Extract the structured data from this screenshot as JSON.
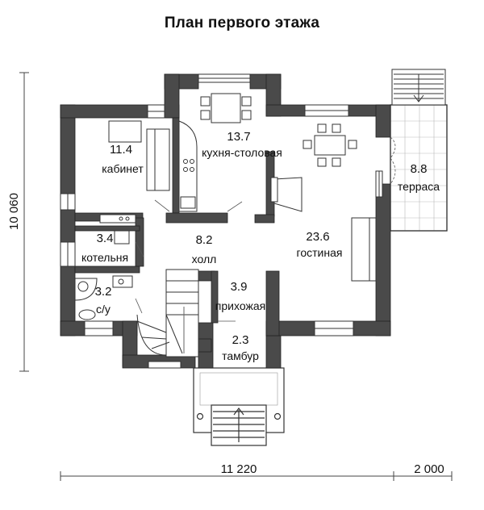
{
  "title": "План первого этажа",
  "rooms": [
    {
      "id": "cabinet",
      "area": "11.4",
      "name": "кабинет"
    },
    {
      "id": "kitchen",
      "area": "13.7",
      "name": "кухня-столовая"
    },
    {
      "id": "terrace",
      "area": "8.8",
      "name": "терраса"
    },
    {
      "id": "living",
      "area": "23.6",
      "name": "гостиная"
    },
    {
      "id": "hall",
      "area": "8.2",
      "name": "холл"
    },
    {
      "id": "boiler",
      "area": "3.4",
      "name": "котельня"
    },
    {
      "id": "bath",
      "area": "3.2",
      "name": "с/у"
    },
    {
      "id": "entry",
      "area": "3.9",
      "name": "прихожая"
    },
    {
      "id": "tambour",
      "area": "2.3",
      "name": "тамбур"
    }
  ],
  "dimensions": {
    "height": "10 060",
    "width": "11 220",
    "terrace_width": "2 000"
  }
}
